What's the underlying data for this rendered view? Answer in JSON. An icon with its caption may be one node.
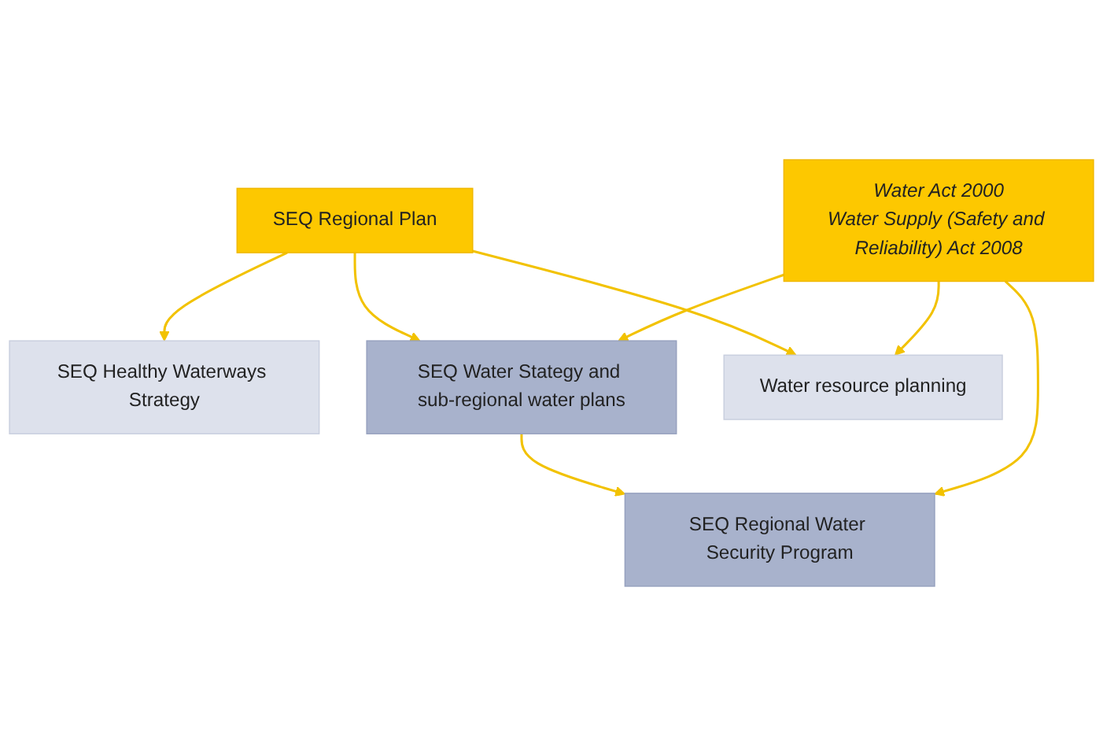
{
  "diagram": {
    "nodes": [
      {
        "text": [
          "SEQ Regional Plan"
        ]
      },
      {
        "text": [
          "SEQ Healthy Waterways Strategy"
        ]
      },
      {
        "text": [
          "SEQ Water Stategy and sub-regional water plans"
        ]
      },
      {
        "text": [
          "Water resource planning"
        ]
      },
      {
        "text": [
          "Water Act 2000",
          "Water Supply (Safety and Reliability) Act 2008"
        ]
      },
      {
        "text": [
          "SEQ Regional Water Security Program"
        ]
      }
    ],
    "edges": [
      {
        "from": 0,
        "to": 1,
        "arrow": "to"
      },
      {
        "from": 0,
        "to": 2,
        "arrow": "to"
      },
      {
        "from": 0,
        "to": 3,
        "arrow": "to"
      },
      {
        "from": 2,
        "to": 5,
        "arrow": "to"
      },
      {
        "from": 4,
        "to": 2,
        "arrow": "to"
      },
      {
        "from": 4,
        "to": 3,
        "arrow": "to"
      },
      {
        "from": 4,
        "to": 5,
        "arrow": "to"
      }
    ]
  }
}
